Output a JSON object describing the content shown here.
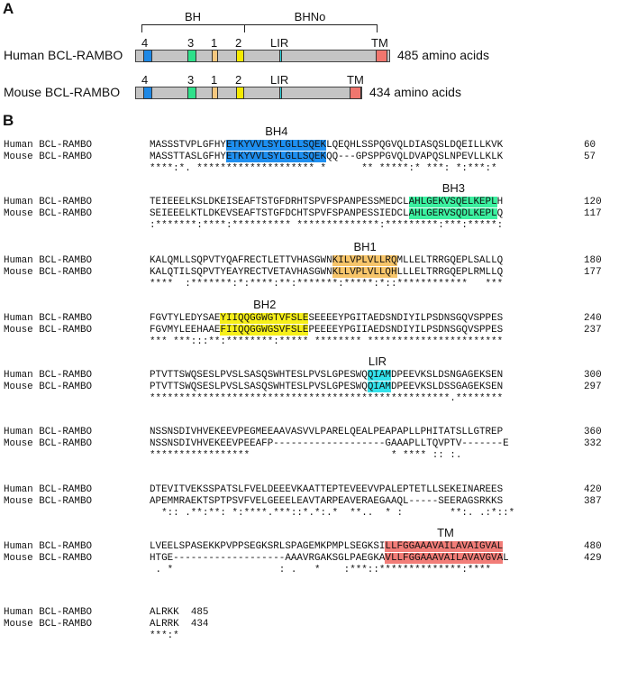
{
  "panelA": {
    "label": "A",
    "brackets": [
      {
        "label": "BH"
      },
      {
        "label": "BHNo"
      }
    ],
    "proteins": [
      {
        "name": "Human BCL-RAMBO",
        "length": "485 amino acids",
        "domain_labels": [
          "4",
          "3",
          "1",
          "2",
          "LIR",
          "TM"
        ]
      },
      {
        "name": "Mouse BCL-RAMBO",
        "length": "434 amino acids",
        "domain_labels": [
          "4",
          "3",
          "1",
          "2",
          "LIR",
          "TM"
        ]
      }
    ],
    "colors": {
      "BH4": "#1e88e5",
      "BH3": "#2ee08a",
      "BH1": "#f5c77e",
      "BH2": "#f5ea00",
      "LIR": "#2fd6e0",
      "TM": "#f0766e",
      "backbone": "#c4c4c4"
    }
  },
  "panelB": {
    "label": "B",
    "human_name": "Human BCL-RAMBO",
    "mouse_name": "Mouse BCL-RAMBO",
    "motif_colors": {
      "BH4": "#1e8ff0",
      "BH3": "#3cf0a0",
      "BH1": "#f7c56a",
      "BH2": "#f7f01a",
      "LIR": "#33e3ec",
      "TM": "#f27d78"
    },
    "blocks": [
      {
        "motif": "BH4",
        "motif_start": 13,
        "motif_len": 17,
        "human": "MASSSTVPLGFHYETKYVVLSYLGLLSQEKLQEQHLSSPQGVQLDIASQSLDQEILLKVK",
        "human_end": "60",
        "mouse": "MASSTTASLGFHYETKYVVLSYLGLLSQEKQQ---GPSPPGVQLDVAPQSLNPEVLLKLK",
        "mouse_end": "57",
        "cons": "****:*. ******************** *      ** *****:* ***: *:***:*"
      },
      {
        "motif": "BH3",
        "motif_start": 44,
        "motif_len": 15,
        "human": "TEIEEELKSLDKEISEAFTSTGFDRHTSPVFSPANPESSMEDCLAHLGEKVSQELKEPLH",
        "human_end": "120",
        "mouse": "SEIEEELKTLDKEVSEAFTSTGFDCHTSPVFSPANPESSIEDCLAHLGERVSQDLKEPLQ",
        "mouse_end": "117",
        "cons": ":*******:****:********** **************:*********:***:*****:"
      },
      {
        "motif": "BH1",
        "motif_start": 31,
        "motif_len": 11,
        "human": "KALQMLLSQPVTYQAFRECTLETTVHASGWNKILVPLVLLRQMLLELTRRGQEPLSALLQ",
        "human_end": "180",
        "mouse": "KALQTILSQPVTYEAYRECTVETAVHASGWNKLLVPLVLLQHLLLELTRRGQEPLRMLLQ",
        "mouse_end": "177",
        "cons": "****  :*******:*:****:**:*******:*****:*::************   ***"
      },
      {
        "motif": "BH2",
        "motif_start": 12,
        "motif_len": 15,
        "human": "FGVTYLEDYSAEYIIQQGGWGTVFSLESEEEEYPGITAEDSNDIYILPSDNSGQVSPPES",
        "human_end": "240",
        "mouse": "FGVMYLEEHAAEFIIQQGGWGSVFSLEPEEEEYPGIIAEDSNDIYILPSDNSGQVSPPES",
        "mouse_end": "237",
        "cons": "*** ***:::**:********:***** ******** ***********************"
      },
      {
        "motif": "LIR",
        "motif_start": 37,
        "motif_len": 4,
        "human": "PTVTTSWQSESLPVSLSASQSWHTESLPVSLGPESWQQIAMDPEEVKSLDSNGAGEKSEN",
        "human_end": "300",
        "mouse": "PTVTTSWQSESLPVSLSASQSWHTESLPVSLGPESWQQIAMDPEEVKSLDSSGAGEKSEN",
        "mouse_end": "297",
        "cons": "***************************************************.********"
      },
      {
        "motif": "",
        "motif_start": 0,
        "motif_len": 0,
        "human": "NSSNSDIVHVEKEEVPEGMEEAAVASVVLPARELQEALPEAPAPLLPHITATSLLGTREP",
        "human_end": "360",
        "mouse": "NSSNSDIVHVEKEEVPEEAFP-------------------GAAAPLLTQVPTV-------E",
        "mouse_end": "332",
        "cons": "*****************                        * **** :: :.        "
      },
      {
        "motif": "",
        "motif_start": 0,
        "motif_len": 0,
        "human": "DTEVITVEKSSPATSLFVELDEEEVKAATTEPTEVEEVVPALEPTETLLSEKEINAREES",
        "human_end": "420",
        "mouse": "APEMMRAEKTSPTPSVFVELGEEELEAVTARPEAVERAEGAAQL-----SEERAGSRKKS",
        "mouse_end": "387",
        "cons": "  *:: .**:**: *:****.***::*.*:.*  **..  * :        **:. .:*::*"
      },
      {
        "motif": "TM",
        "motif_start": 40,
        "motif_len": 20,
        "human": "LVEELSPASEKKPVPPSEGKSRLSPAGEMKPMPLSEGKSILLFGGAAAVAILAVAIGVAL",
        "human_end": "480",
        "mouse": "HTGE-------------------AAAVRGAKSGLPAEGKAVLLFGGAAAVAILAVAVGVAL",
        "mouse_end": "429",
        "cons": " . *                  : .   *    :***::**************:****"
      },
      {
        "motif": "",
        "motif_start": 0,
        "motif_len": 0,
        "human": "ALRKK",
        "human_end": "485",
        "mouse": "ALRRK",
        "mouse_end": "434",
        "cons": "***:*"
      }
    ]
  }
}
